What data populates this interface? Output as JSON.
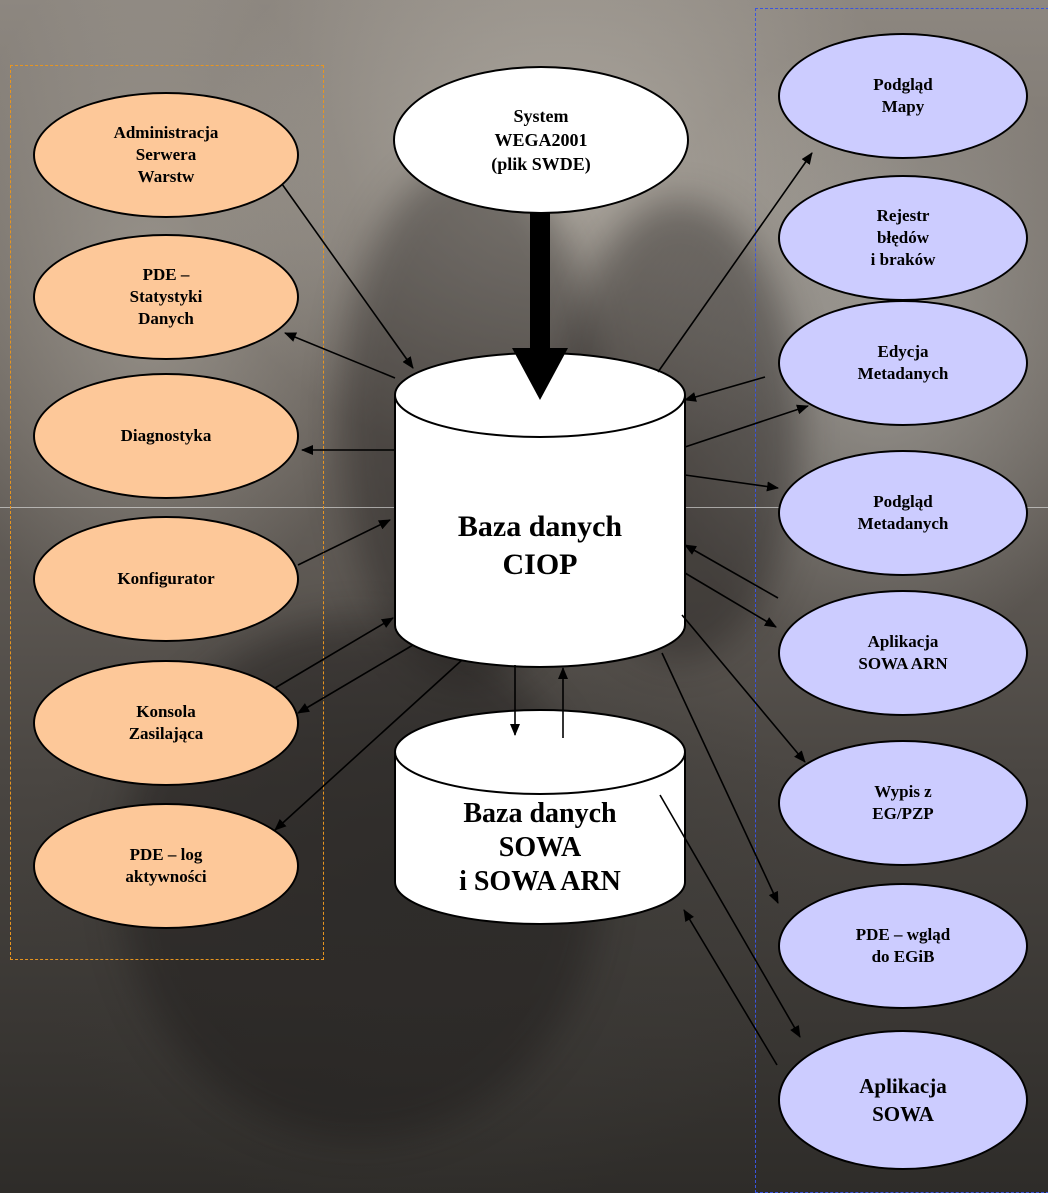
{
  "source": {
    "label": "System\nWEGA2001\n(plik SWDE)"
  },
  "databases": {
    "ciop": {
      "label": "Baza danych\nCIOP"
    },
    "sowa": {
      "label": "Baza danych\nSOWA\ni SOWA ARN"
    }
  },
  "left_group": [
    {
      "id": "admin",
      "label": "Administracja\nSerwera\nWarstw"
    },
    {
      "id": "stat",
      "label": "PDE –\nStatystyki\nDanych"
    },
    {
      "id": "diag",
      "label": "Diagnostyka"
    },
    {
      "id": "konf",
      "label": "Konfigurator"
    },
    {
      "id": "konsola",
      "label": "Konsola\nZasilająca"
    },
    {
      "id": "log",
      "label": "PDE – log\naktywności"
    }
  ],
  "right_group": [
    {
      "id": "mapy",
      "label": "Podgląd\nMapy"
    },
    {
      "id": "rejestr",
      "label": "Rejestr\nbłędów\ni braków"
    },
    {
      "id": "edycja",
      "label": "Edycja\nMetadanych"
    },
    {
      "id": "podglad-meta",
      "label": "Podgląd\nMetadanych"
    },
    {
      "id": "sowa-arn",
      "label": "Aplikacja\nSOWA ARN"
    },
    {
      "id": "wypis",
      "label": "Wypis z\nEG/PZP"
    },
    {
      "id": "egib",
      "label": "PDE – wgląd\ndo EGiB"
    },
    {
      "id": "sowa-app",
      "label": "Aplikacja\nSOWA"
    }
  ]
}
